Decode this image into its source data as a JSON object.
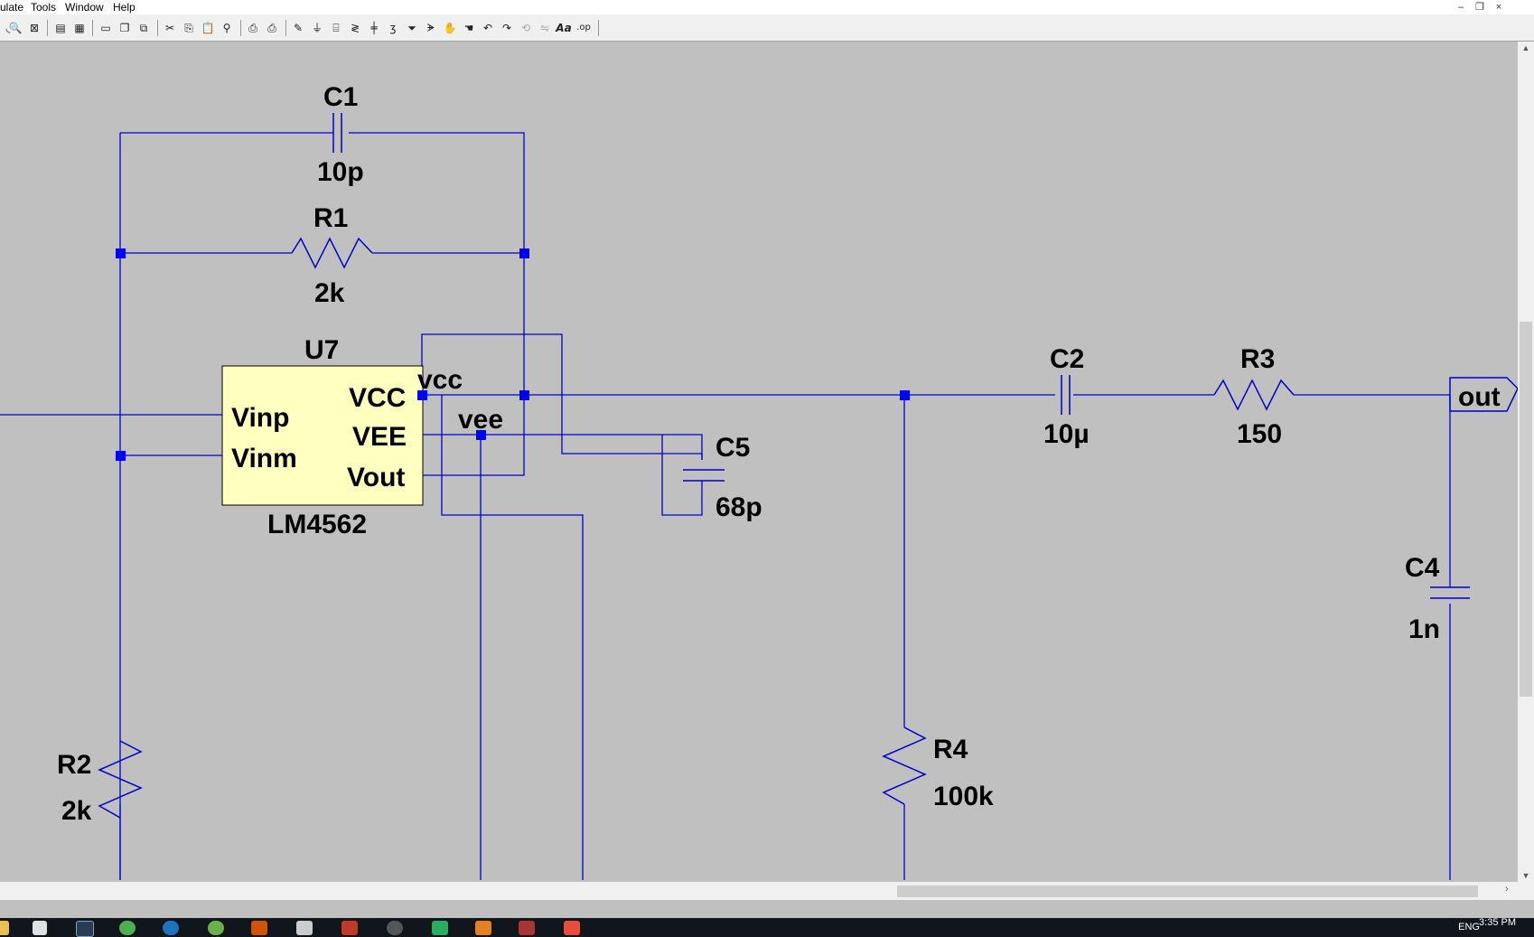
{
  "menu": {
    "simulate": "ulate",
    "tools": "Tools",
    "window": "Window",
    "help": "Help"
  },
  "window_controls": {
    "minimize": "–",
    "restore": "❐",
    "close": "×"
  },
  "toolbar_icons": [
    "zoom-out-icon",
    "zoom-fit-icon",
    "autorange-icon",
    "tile-icon",
    "cascade-icon",
    "close-windows-icon",
    "cut-icon",
    "copy-icon",
    "paste-icon",
    "find-icon",
    "print-icon",
    "print-setup-icon",
    "wire-icon",
    "ground-icon",
    "label-net-icon",
    "resistor-icon",
    "capacitor-icon",
    "inductor-icon",
    "diode-icon",
    "component-icon",
    "move-icon",
    "drag-icon",
    "undo-icon",
    "redo-icon",
    "rotate-icon",
    "mirror-icon",
    "text-icon",
    "spice-directive-icon"
  ],
  "schematic": {
    "u7": {
      "ref": "U7",
      "part": "LM4562",
      "pin_vinp": "Vinp",
      "pin_vinm": "Vinm",
      "pin_vcc": "VCC",
      "pin_vee": "VEE",
      "pin_vout": "Vout"
    },
    "c1": {
      "ref": "C1",
      "value": "10p"
    },
    "r1": {
      "ref": "R1",
      "value": "2k"
    },
    "c5": {
      "ref": "C5",
      "value": "68p"
    },
    "c2": {
      "ref": "C2",
      "value": "10µ"
    },
    "r3": {
      "ref": "R3",
      "value": "150"
    },
    "c4": {
      "ref": "C4",
      "value": "1n"
    },
    "r2": {
      "ref": "R2",
      "value": "2k"
    },
    "r4": {
      "ref": "R4",
      "value": "100k"
    },
    "net_vcc": "vcc",
    "net_vee": "vee",
    "net_out": "out",
    "colors": {
      "wire": "#0000cc",
      "junction": "#0000ff",
      "opamp_fill": "#ffffc0",
      "canvas_bg": "#c0c0c0"
    }
  },
  "taskbar": {
    "time": "3:35 PM",
    "lang": "ENG"
  }
}
